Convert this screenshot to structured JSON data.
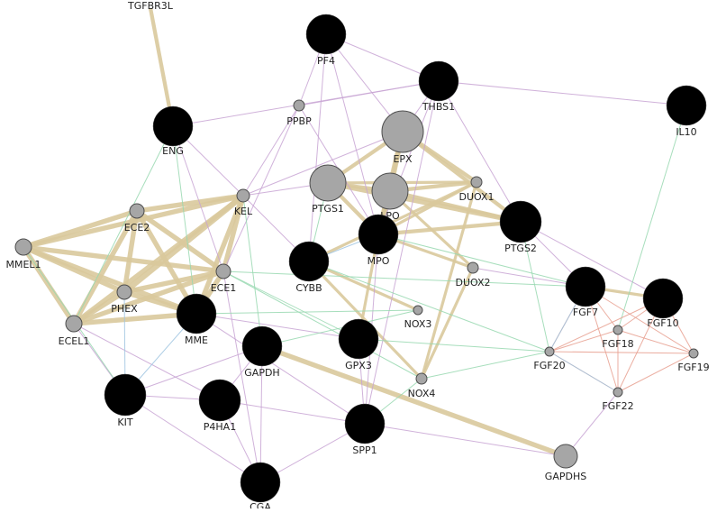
{
  "colors": {
    "query_node": "#000000",
    "result_node": "#a6a6a6",
    "node_stroke": "#4d4d4d",
    "edge_shared_domains": "#d9c99c",
    "edge_coexpression": "#c8a4d4",
    "edge_genetic": "#98d8b0",
    "edge_physical": "#e8a090",
    "edge_pathway": "#9fc4e0"
  },
  "nodes": [
    {
      "id": "TGFBR3L",
      "label": "TGFBR3L",
      "type": "result"
    },
    {
      "id": "PF4",
      "label": "PF4",
      "type": "query"
    },
    {
      "id": "THBS1",
      "label": "THBS1",
      "type": "query"
    },
    {
      "id": "IL10",
      "label": "IL10",
      "type": "query"
    },
    {
      "id": "ENG",
      "label": "ENG",
      "type": "query"
    },
    {
      "id": "PPBP",
      "label": "PPBP",
      "type": "result"
    },
    {
      "id": "EPX",
      "label": "EPX",
      "type": "result"
    },
    {
      "id": "PTGS1",
      "label": "PTGS1",
      "type": "result"
    },
    {
      "id": "LPO",
      "label": "LPO",
      "type": "result"
    },
    {
      "id": "DUOX1",
      "label": "DUOX1",
      "type": "result"
    },
    {
      "id": "KEL",
      "label": "KEL",
      "type": "result"
    },
    {
      "id": "ECE2",
      "label": "ECE2",
      "type": "result"
    },
    {
      "id": "MMEL1",
      "label": "MMEL1",
      "type": "result"
    },
    {
      "id": "PTGS2",
      "label": "PTGS2",
      "type": "query"
    },
    {
      "id": "MPO",
      "label": "MPO",
      "type": "query"
    },
    {
      "id": "CYBB",
      "label": "CYBB",
      "type": "query"
    },
    {
      "id": "ECE1",
      "label": "ECE1",
      "type": "result"
    },
    {
      "id": "DUOX2",
      "label": "DUOX2",
      "type": "result"
    },
    {
      "id": "PHEX",
      "label": "PHEX",
      "type": "result"
    },
    {
      "id": "FGF7",
      "label": "FGF7",
      "type": "query"
    },
    {
      "id": "FGF10",
      "label": "FGF10",
      "type": "query"
    },
    {
      "id": "ECEL1",
      "label": "ECEL1",
      "type": "result"
    },
    {
      "id": "MME",
      "label": "MME",
      "type": "query"
    },
    {
      "id": "NOX3",
      "label": "NOX3",
      "type": "result"
    },
    {
      "id": "FGF18",
      "label": "FGF18",
      "type": "result"
    },
    {
      "id": "GAPDH",
      "label": "GAPDH",
      "type": "query"
    },
    {
      "id": "GPX3",
      "label": "GPX3",
      "type": "query"
    },
    {
      "id": "FGF20",
      "label": "FGF20",
      "type": "result"
    },
    {
      "id": "FGF19",
      "label": "FGF19",
      "type": "result"
    },
    {
      "id": "NOX4",
      "label": "NOX4",
      "type": "result"
    },
    {
      "id": "KIT",
      "label": "KIT",
      "type": "query"
    },
    {
      "id": "P4HA1",
      "label": "P4HA1",
      "type": "query"
    },
    {
      "id": "FGF22",
      "label": "FGF22",
      "type": "result"
    },
    {
      "id": "SPP1",
      "label": "SPP1",
      "type": "query"
    },
    {
      "id": "GAPDHS",
      "label": "GAPDHS",
      "type": "result"
    },
    {
      "id": "CGA",
      "label": "CGA",
      "type": "query"
    }
  ],
  "edges": [
    {
      "source": "TGFBR3L",
      "target": "ENG",
      "kind": "shared_domains",
      "weight": 3
    },
    {
      "source": "KEL",
      "target": "ECE2",
      "kind": "shared_domains",
      "weight": 4
    },
    {
      "source": "KEL",
      "target": "MMEL1",
      "kind": "shared_domains",
      "weight": 4
    },
    {
      "source": "KEL",
      "target": "PHEX",
      "kind": "shared_domains",
      "weight": 5
    },
    {
      "source": "KEL",
      "target": "ECE1",
      "kind": "shared_domains",
      "weight": 4
    },
    {
      "source": "KEL",
      "target": "ECEL1",
      "kind": "shared_domains",
      "weight": 4
    },
    {
      "source": "KEL",
      "target": "MME",
      "kind": "shared_domains",
      "weight": 4
    },
    {
      "source": "ECE2",
      "target": "MMEL1",
      "kind": "shared_domains",
      "weight": 4
    },
    {
      "source": "ECE2",
      "target": "PHEX",
      "kind": "shared_domains",
      "weight": 4
    },
    {
      "source": "ECE2",
      "target": "ECE1",
      "kind": "shared_domains",
      "weight": 4
    },
    {
      "source": "ECE2",
      "target": "ECEL1",
      "kind": "shared_domains",
      "weight": 4
    },
    {
      "source": "ECE2",
      "target": "MME",
      "kind": "shared_domains",
      "weight": 4
    },
    {
      "source": "MMEL1",
      "target": "PHEX",
      "kind": "shared_domains",
      "weight": 4
    },
    {
      "source": "MMEL1",
      "target": "ECE1",
      "kind": "shared_domains",
      "weight": 4
    },
    {
      "source": "MMEL1",
      "target": "ECEL1",
      "kind": "shared_domains",
      "weight": 4
    },
    {
      "source": "MMEL1",
      "target": "MME",
      "kind": "shared_domains",
      "weight": 4
    },
    {
      "source": "PHEX",
      "target": "ECE1",
      "kind": "shared_domains",
      "weight": 4
    },
    {
      "source": "PHEX",
      "target": "ECEL1",
      "kind": "shared_domains",
      "weight": 4
    },
    {
      "source": "PHEX",
      "target": "MME",
      "kind": "shared_domains",
      "weight": 4
    },
    {
      "source": "ECE1",
      "target": "ECEL1",
      "kind": "shared_domains",
      "weight": 4
    },
    {
      "source": "ECE1",
      "target": "MME",
      "kind": "shared_domains",
      "weight": 4
    },
    {
      "source": "ECEL1",
      "target": "MME",
      "kind": "shared_domains",
      "weight": 4
    },
    {
      "source": "EPX",
      "target": "LPO",
      "kind": "shared_domains",
      "weight": 4
    },
    {
      "source": "EPX",
      "target": "MPO",
      "kind": "shared_domains",
      "weight": 4
    },
    {
      "source": "EPX",
      "target": "PTGS1",
      "kind": "shared_domains",
      "weight": 3
    },
    {
      "source": "EPX",
      "target": "PTGS2",
      "kind": "shared_domains",
      "weight": 3
    },
    {
      "source": "EPX",
      "target": "DUOX1",
      "kind": "shared_domains",
      "weight": 3
    },
    {
      "source": "LPO",
      "target": "MPO",
      "kind": "shared_domains",
      "weight": 4
    },
    {
      "source": "LPO",
      "target": "PTGS1",
      "kind": "shared_domains",
      "weight": 3
    },
    {
      "source": "LPO",
      "target": "PTGS2",
      "kind": "shared_domains",
      "weight": 3
    },
    {
      "source": "LPO",
      "target": "DUOX1",
      "kind": "shared_domains",
      "weight": 3
    },
    {
      "source": "LPO",
      "target": "DUOX2",
      "kind": "shared_domains",
      "weight": 2
    },
    {
      "source": "MPO",
      "target": "PTGS1",
      "kind": "shared_domains",
      "weight": 3
    },
    {
      "source": "MPO",
      "target": "PTGS2",
      "kind": "shared_domains",
      "weight": 3
    },
    {
      "source": "MPO",
      "target": "DUOX1",
      "kind": "shared_domains",
      "weight": 2
    },
    {
      "source": "MPO",
      "target": "DUOX2",
      "kind": "shared_domains",
      "weight": 2
    },
    {
      "source": "PTGS1",
      "target": "PTGS2",
      "kind": "shared_domains",
      "weight": 4
    },
    {
      "source": "PTGS1",
      "target": "DUOX1",
      "kind": "shared_domains",
      "weight": 2
    },
    {
      "source": "DUOX1",
      "target": "NOX4",
      "kind": "shared_domains",
      "weight": 2
    },
    {
      "source": "DUOX2",
      "target": "NOX4",
      "kind": "shared_domains",
      "weight": 2
    },
    {
      "source": "CYBB",
      "target": "NOX4",
      "kind": "shared_domains",
      "weight": 2
    },
    {
      "source": "CYBB",
      "target": "NOX3",
      "kind": "shared_domains",
      "weight": 2
    },
    {
      "source": "CYBB",
      "target": "DUOX1",
      "kind": "shared_domains",
      "weight": 2
    },
    {
      "source": "MPO",
      "target": "GPX3",
      "kind": "shared_domains",
      "weight": 2
    },
    {
      "source": "GAPDH",
      "target": "GAPDHS",
      "kind": "shared_domains",
      "weight": 4
    },
    {
      "source": "FGF7",
      "target": "FGF10",
      "kind": "shared_domains",
      "weight": 2
    },
    {
      "source": "PF4",
      "target": "PPBP",
      "kind": "coexpression",
      "weight": 1
    },
    {
      "source": "PF4",
      "target": "THBS1",
      "kind": "coexpression",
      "weight": 1
    },
    {
      "source": "PF4",
      "target": "EPX",
      "kind": "coexpression",
      "weight": 1
    },
    {
      "source": "PF4",
      "target": "MPO",
      "kind": "coexpression",
      "weight": 1
    },
    {
      "source": "PF4",
      "target": "CYBB",
      "kind": "coexpression",
      "weight": 1
    },
    {
      "source": "PPBP",
      "target": "THBS1",
      "kind": "coexpression",
      "weight": 1
    },
    {
      "source": "PPBP",
      "target": "KEL",
      "kind": "coexpression",
      "weight": 1
    },
    {
      "source": "PPBP",
      "target": "ECE1",
      "kind": "coexpression",
      "weight": 1
    },
    {
      "source": "PPBP",
      "target": "MPO",
      "kind": "coexpression",
      "weight": 1
    },
    {
      "source": "ENG",
      "target": "THBS1",
      "kind": "coexpression",
      "weight": 1
    },
    {
      "source": "ENG",
      "target": "KEL",
      "kind": "coexpression",
      "weight": 1
    },
    {
      "source": "ENG",
      "target": "ECE1",
      "kind": "coexpression",
      "weight": 1
    },
    {
      "source": "THBS1",
      "target": "IL10",
      "kind": "coexpression",
      "weight": 1
    },
    {
      "source": "THBS1",
      "target": "PTGS2",
      "kind": "coexpression",
      "weight": 1
    },
    {
      "source": "THBS1",
      "target": "MPO",
      "kind": "coexpression",
      "weight": 1
    },
    {
      "source": "THBS1",
      "target": "EPX",
      "kind": "coexpression",
      "weight": 1
    },
    {
      "source": "THBS1",
      "target": "SPP1",
      "kind": "coexpression",
      "weight": 1
    },
    {
      "source": "MME",
      "target": "SPP1",
      "kind": "coexpression",
      "weight": 1
    },
    {
      "source": "MME",
      "target": "GPX3",
      "kind": "coexpression",
      "weight": 1
    },
    {
      "source": "KIT",
      "target": "P4HA1",
      "kind": "coexpression",
      "weight": 1
    },
    {
      "source": "KIT",
      "target": "GAPDH",
      "kind": "coexpression",
      "weight": 1
    },
    {
      "source": "P4HA1",
      "target": "SPP1",
      "kind": "coexpression",
      "weight": 1
    },
    {
      "source": "P4HA1",
      "target": "GAPDH",
      "kind": "coexpression",
      "weight": 1
    },
    {
      "source": "CGA",
      "target": "SPP1",
      "kind": "coexpression",
      "weight": 1
    },
    {
      "source": "CGA",
      "target": "P4HA1",
      "kind": "coexpression",
      "weight": 1
    },
    {
      "source": "CGA",
      "target": "GAPDH",
      "kind": "coexpression",
      "weight": 1
    },
    {
      "source": "CGA",
      "target": "KIT",
      "kind": "coexpression",
      "weight": 1
    },
    {
      "source": "CGA",
      "target": "ECE1",
      "kind": "coexpression",
      "weight": 1
    },
    {
      "source": "SPP1",
      "target": "GAPDHS",
      "kind": "coexpression",
      "weight": 1
    },
    {
      "source": "SPP1",
      "target": "GPX3",
      "kind": "coexpression",
      "weight": 1
    },
    {
      "source": "SPP1",
      "target": "MPO",
      "kind": "coexpression",
      "weight": 1
    },
    {
      "source": "ECEL1",
      "target": "KIT",
      "kind": "coexpression",
      "weight": 1
    },
    {
      "source": "ECEL1",
      "target": "P4HA1",
      "kind": "coexpression",
      "weight": 1
    },
    {
      "source": "KEL",
      "target": "CYBB",
      "kind": "coexpression",
      "weight": 1
    },
    {
      "source": "KEL",
      "target": "PTGS1",
      "kind": "coexpression",
      "weight": 1
    },
    {
      "source": "KEL",
      "target": "EPX",
      "kind": "coexpression",
      "weight": 1
    },
    {
      "source": "PTGS2",
      "target": "FGF7",
      "kind": "coexpression",
      "weight": 1
    },
    {
      "source": "PTGS2",
      "target": "FGF10",
      "kind": "coexpression",
      "weight": 1
    },
    {
      "source": "DUOX2",
      "target": "FGF7",
      "kind": "coexpression",
      "weight": 1
    },
    {
      "source": "GAPDHS",
      "target": "FGF22",
      "kind": "coexpression",
      "weight": 1
    },
    {
      "source": "IL10",
      "target": "FGF18",
      "kind": "genetic",
      "weight": 1
    },
    {
      "source": "ENG",
      "target": "ECEL1",
      "kind": "genetic",
      "weight": 1
    },
    {
      "source": "ENG",
      "target": "MME",
      "kind": "genetic",
      "weight": 1
    },
    {
      "source": "KEL",
      "target": "GAPDH",
      "kind": "genetic",
      "weight": 1
    },
    {
      "source": "ECE1",
      "target": "GPX3",
      "kind": "genetic",
      "weight": 1
    },
    {
      "source": "ECE1",
      "target": "NOX4",
      "kind": "genetic",
      "weight": 1
    },
    {
      "source": "ECE1",
      "target": "FGF7",
      "kind": "genetic",
      "weight": 1
    },
    {
      "source": "MPO",
      "target": "FGF7",
      "kind": "genetic",
      "weight": 1
    },
    {
      "source": "CYBB",
      "target": "FGF20",
      "kind": "genetic",
      "weight": 1
    },
    {
      "source": "PTGS2",
      "target": "FGF20",
      "kind": "genetic",
      "weight": 1
    },
    {
      "source": "GPX3",
      "target": "FGF20",
      "kind": "genetic",
      "weight": 1
    },
    {
      "source": "NOX4",
      "target": "FGF20",
      "kind": "genetic",
      "weight": 1
    },
    {
      "source": "MME",
      "target": "NOX3",
      "kind": "genetic",
      "weight": 1
    },
    {
      "source": "GAPDH",
      "target": "NOX3",
      "kind": "genetic",
      "weight": 1
    },
    {
      "source": "MMEL1",
      "target": "KIT",
      "kind": "genetic",
      "weight": 1
    },
    {
      "source": "SPP1",
      "target": "NOX4",
      "kind": "genetic",
      "weight": 1
    },
    {
      "source": "PTGS1",
      "target": "CYBB",
      "kind": "genetic",
      "weight": 1
    },
    {
      "source": "FGF7",
      "target": "FGF18",
      "kind": "physical",
      "weight": 1
    },
    {
      "source": "FGF7",
      "target": "FGF19",
      "kind": "physical",
      "weight": 1
    },
    {
      "source": "FGF7",
      "target": "FGF20",
      "kind": "physical",
      "weight": 1
    },
    {
      "source": "FGF7",
      "target": "FGF22",
      "kind": "physical",
      "weight": 1
    },
    {
      "source": "FGF10",
      "target": "FGF18",
      "kind": "physical",
      "weight": 1
    },
    {
      "source": "FGF10",
      "target": "FGF19",
      "kind": "physical",
      "weight": 1
    },
    {
      "source": "FGF10",
      "target": "FGF20",
      "kind": "physical",
      "weight": 1
    },
    {
      "source": "FGF10",
      "target": "FGF22",
      "kind": "physical",
      "weight": 1
    },
    {
      "source": "FGF18",
      "target": "FGF20",
      "kind": "physical",
      "weight": 1
    },
    {
      "source": "FGF18",
      "target": "FGF19",
      "kind": "physical",
      "weight": 1
    },
    {
      "source": "FGF18",
      "target": "FGF22",
      "kind": "physical",
      "weight": 1
    },
    {
      "source": "FGF20",
      "target": "FGF19",
      "kind": "physical",
      "weight": 1
    },
    {
      "source": "FGF20",
      "target": "FGF22",
      "kind": "physical",
      "weight": 1
    },
    {
      "source": "FGF19",
      "target": "FGF22",
      "kind": "physical",
      "weight": 1
    },
    {
      "source": "MME",
      "target": "KIT",
      "kind": "pathway",
      "weight": 1
    },
    {
      "source": "PHEX",
      "target": "KIT",
      "kind": "pathway",
      "weight": 1
    },
    {
      "source": "CYBB",
      "target": "MPO",
      "kind": "pathway",
      "weight": 1
    },
    {
      "source": "FGF7",
      "target": "FGF20",
      "kind": "pathway",
      "weight": 1
    },
    {
      "source": "FGF20",
      "target": "FGF22",
      "kind": "pathway",
      "weight": 1
    }
  ]
}
